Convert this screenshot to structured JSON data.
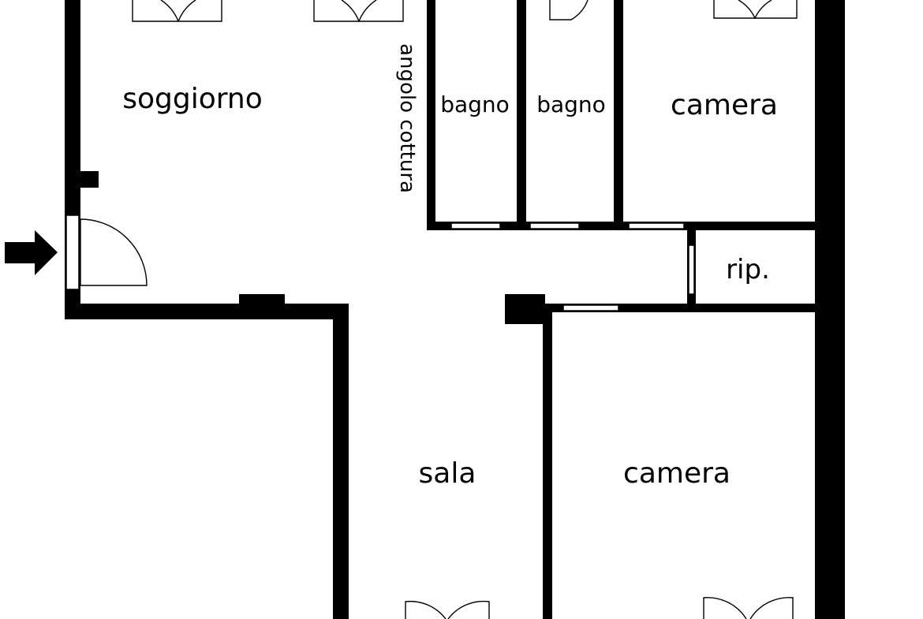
{
  "plan": {
    "colors": {
      "wall": "#000000",
      "background": "#ffffff",
      "text": "#000000"
    },
    "rooms": {
      "soggiorno": "soggiorno",
      "angolo_cottura": "angolo cottura",
      "bagno_1": "bagno",
      "bagno_2": "bagno",
      "camera_top": "camera",
      "ripostiglio": "rip.",
      "sala": "sala",
      "camera_bottom": "camera"
    },
    "entrance_marker": "arrow-right-icon"
  }
}
